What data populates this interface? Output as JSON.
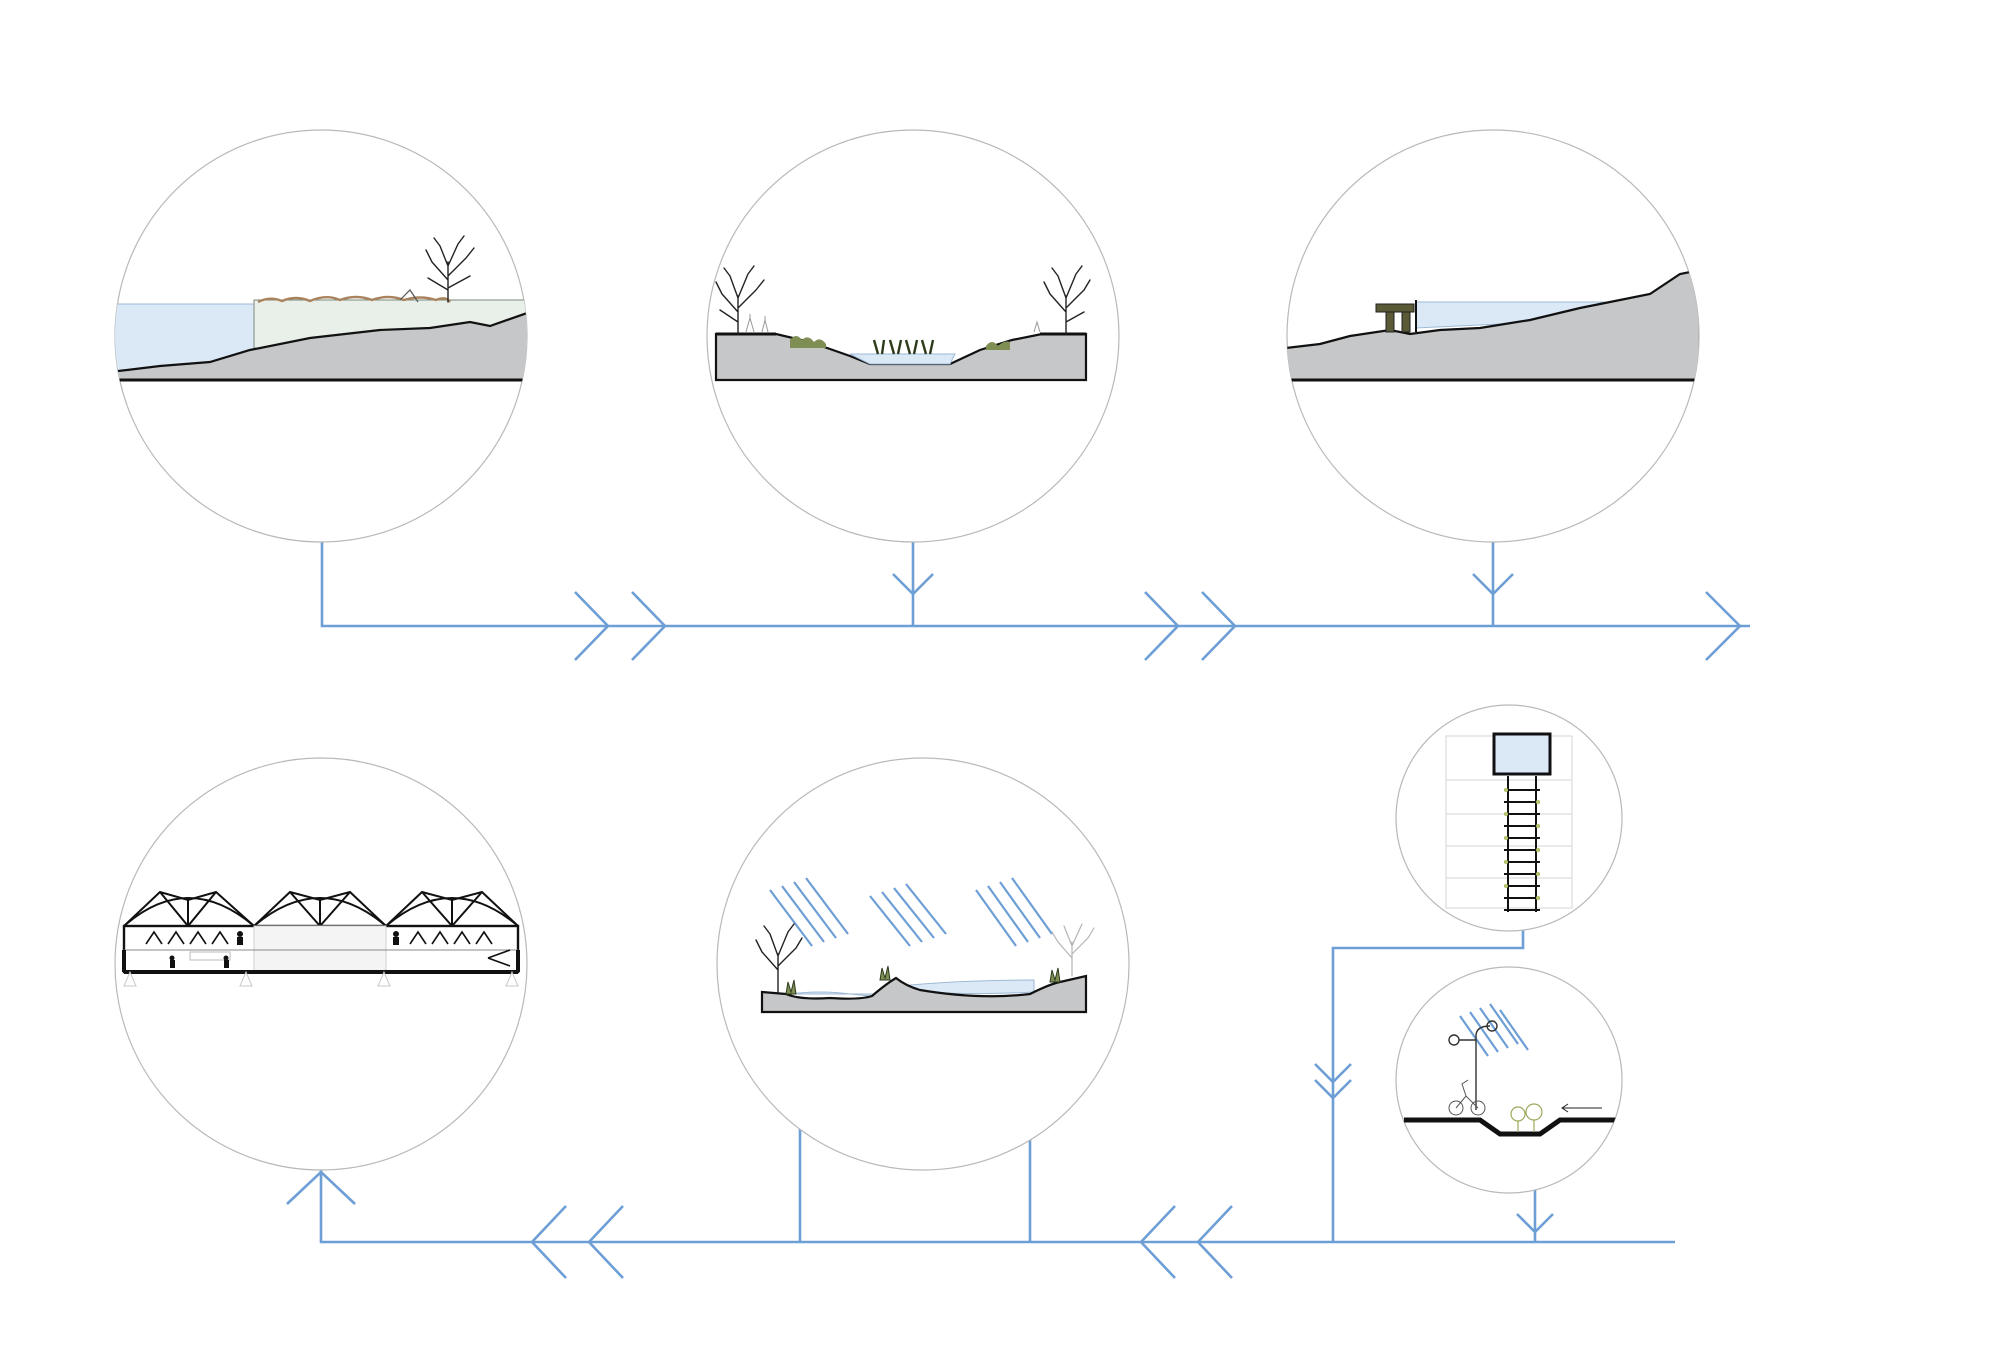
{
  "diagram": {
    "colors": {
      "flow_line": "#6d9fd6",
      "frame_outline": "#b9b9b9",
      "ground_fill": "#c6c7c8",
      "water_fill": "#dbe8f5",
      "vegetation": "#7f8f53",
      "outline": "#111111"
    },
    "vignettes": [
      {
        "id": "coastal-slope-section"
      },
      {
        "id": "bioswale-channel-section"
      },
      {
        "id": "hillside-pavilion-section"
      },
      {
        "id": "market-hall-section"
      },
      {
        "id": "rain-wetland-section"
      },
      {
        "id": "vertical-tower-section"
      },
      {
        "id": "street-rain-garden-section"
      }
    ]
  }
}
